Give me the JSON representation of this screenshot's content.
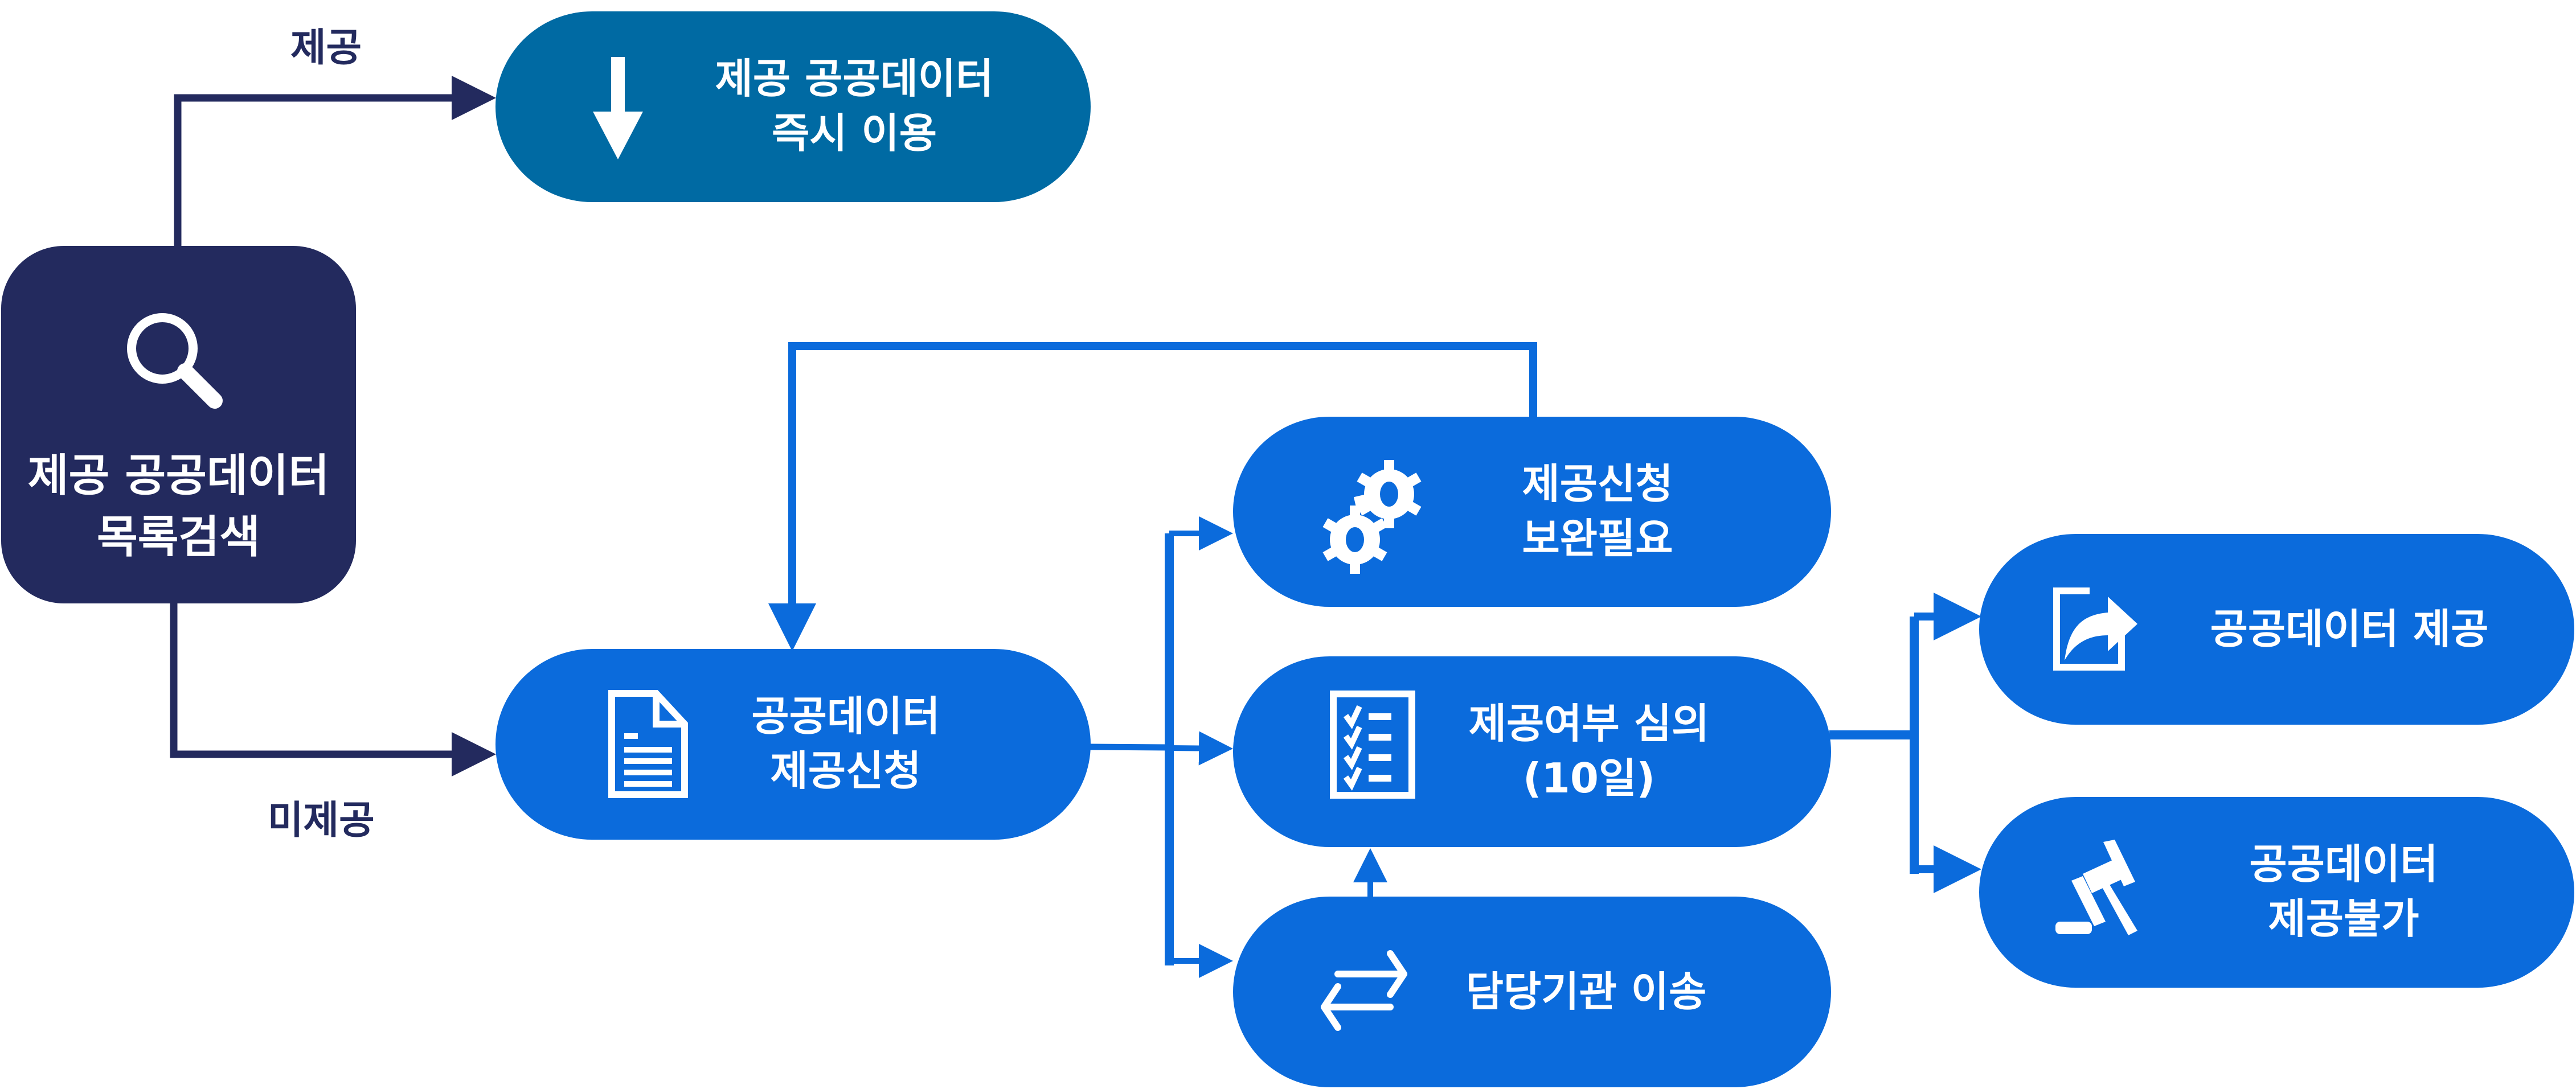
{
  "title": "공공데이터 제공 절차",
  "colors": {
    "navy": "#232a5e",
    "teal": "#006aa3",
    "blue": "#0b6bdc"
  },
  "edge_labels": {
    "provided": "제공",
    "not_provided": "미제공"
  },
  "nodes": {
    "search": {
      "label": "제공 공공데이터\n목록검색",
      "icon": "search-icon"
    },
    "immediate": {
      "label": "제공 공공데이터\n즉시 이용",
      "icon": "arrow-down-icon"
    },
    "apply": {
      "label": "공공데이터\n제공신청",
      "icon": "document-icon"
    },
    "supplement": {
      "label": "제공신청\n보완필요",
      "icon": "gears-icon"
    },
    "review": {
      "label": "제공여부 심의\n(10일)",
      "icon": "checklist-icon"
    },
    "transfer": {
      "label": "담당기관 이송",
      "icon": "exchange-arrows-icon"
    },
    "provide": {
      "label": "공공데이터 제공",
      "icon": "share-icon"
    },
    "reject": {
      "label": "공공데이터\n제공불가",
      "icon": "gavel-icon"
    }
  }
}
